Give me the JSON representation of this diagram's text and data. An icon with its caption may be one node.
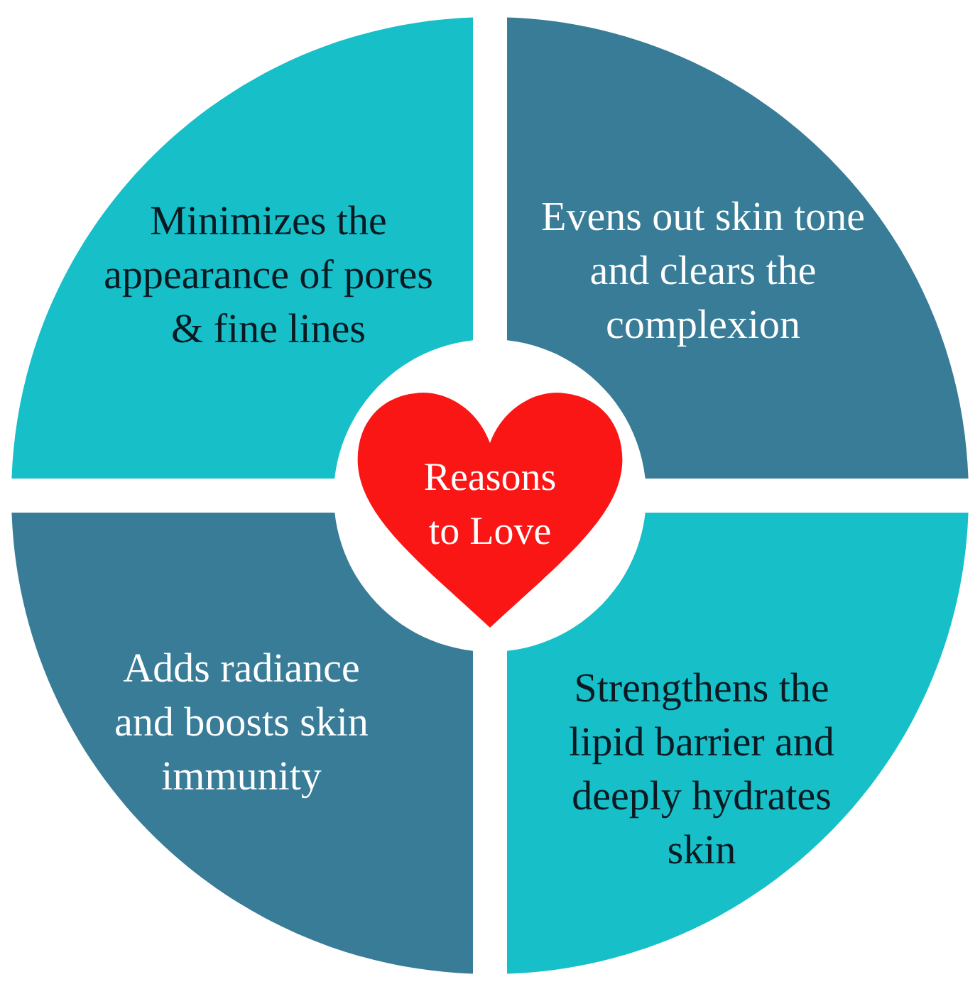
{
  "diagram": {
    "nodes": [
      {
        "text": [
          "Minimizes the appearance of pores & fine lines"
        ]
      },
      {
        "text": [
          "Evens out skin tone and clears the complexion"
        ]
      },
      {
        "text": [
          "Reasons to Love"
        ]
      },
      {
        "text": [
          "Adds radiance and boosts skin immunity"
        ]
      },
      {
        "text": [
          "Strengthens the lipid barrier and deeply hydrates skin"
        ]
      }
    ]
  }
}
